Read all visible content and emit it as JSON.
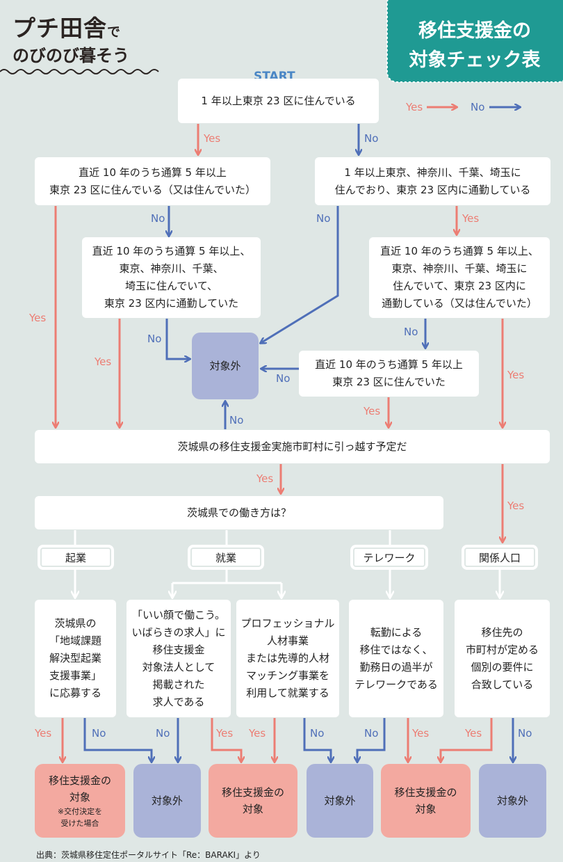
{
  "header": {
    "logo_line1": "プチ田舎",
    "logo_line1_small": "で",
    "logo_line2": "のびのび暮そう",
    "badge_title": "移住支援金の\n対象チェック表"
  },
  "start_label": "START",
  "legend": {
    "yes": "Yes",
    "no": "No"
  },
  "colors": {
    "yes": "#ec7d73",
    "no": "#4f6fb8",
    "badge": "#1f9a93",
    "target_box": "#f3a9a0",
    "out_box": "#aab3d8",
    "background": "#dfe7e5"
  },
  "nodes": {
    "q1": "1 年以上東京 23 区に住んでいる",
    "q2": "直近 10 年のうち通算 5 年以上\n東京 23 区に住んでいる（又は住んでいた）",
    "q3": "1 年以上東京、神奈川、千葉、埼玉に\n住んでおり、東京 23 区内に通勤している",
    "q4": "直近 10 年のうち通算 5 年以上、\n東京、神奈川、千葉、\n埼玉に住んでいて、\n東京 23 区内に通勤していた",
    "q5": "直近 10 年のうち通算 5 年以上、\n東京、神奈川、千葉、埼玉に\n住んでいて、東京 23 区内に\n通勤している（又は住んでいた）",
    "q6": "直近 10 年のうち通算 5 年以上\n東京 23 区に住んでいた",
    "out_center": "対象外",
    "q7": "茨城県の移住支援金実施市町村に引っ越す予定だ",
    "q8": "茨城県での働き方は？"
  },
  "categories": [
    "起業",
    "就業",
    "テレワーク",
    "関係人口"
  ],
  "conditions": [
    "茨城県の\n「地域課題\n解決型起業\n支援事業」\nに応募する",
    "「いい顔で働こう。\nいばらきの求人」に\n移住支援金\n対象法人として\n掲載された\n求人である",
    "プロフェッショナル\n人材事業\nまたは先導的人材\nマッチング事業を\n利用して就業する",
    "転勤による\n移住ではなく、\n勤務日の過半が\nテレワークである",
    "移住先の\n市町村が定める\n個別の要件に\n合致している"
  ],
  "results": {
    "target": "移住支援金の\n対象",
    "target_note": "※交付決定を\n受けた場合",
    "out": "対象外"
  },
  "edge_labels": {
    "yes": "Yes",
    "no": "No"
  },
  "source": "出典：茨城県移住定住ポータルサイト「Re：BARAKI」より"
}
